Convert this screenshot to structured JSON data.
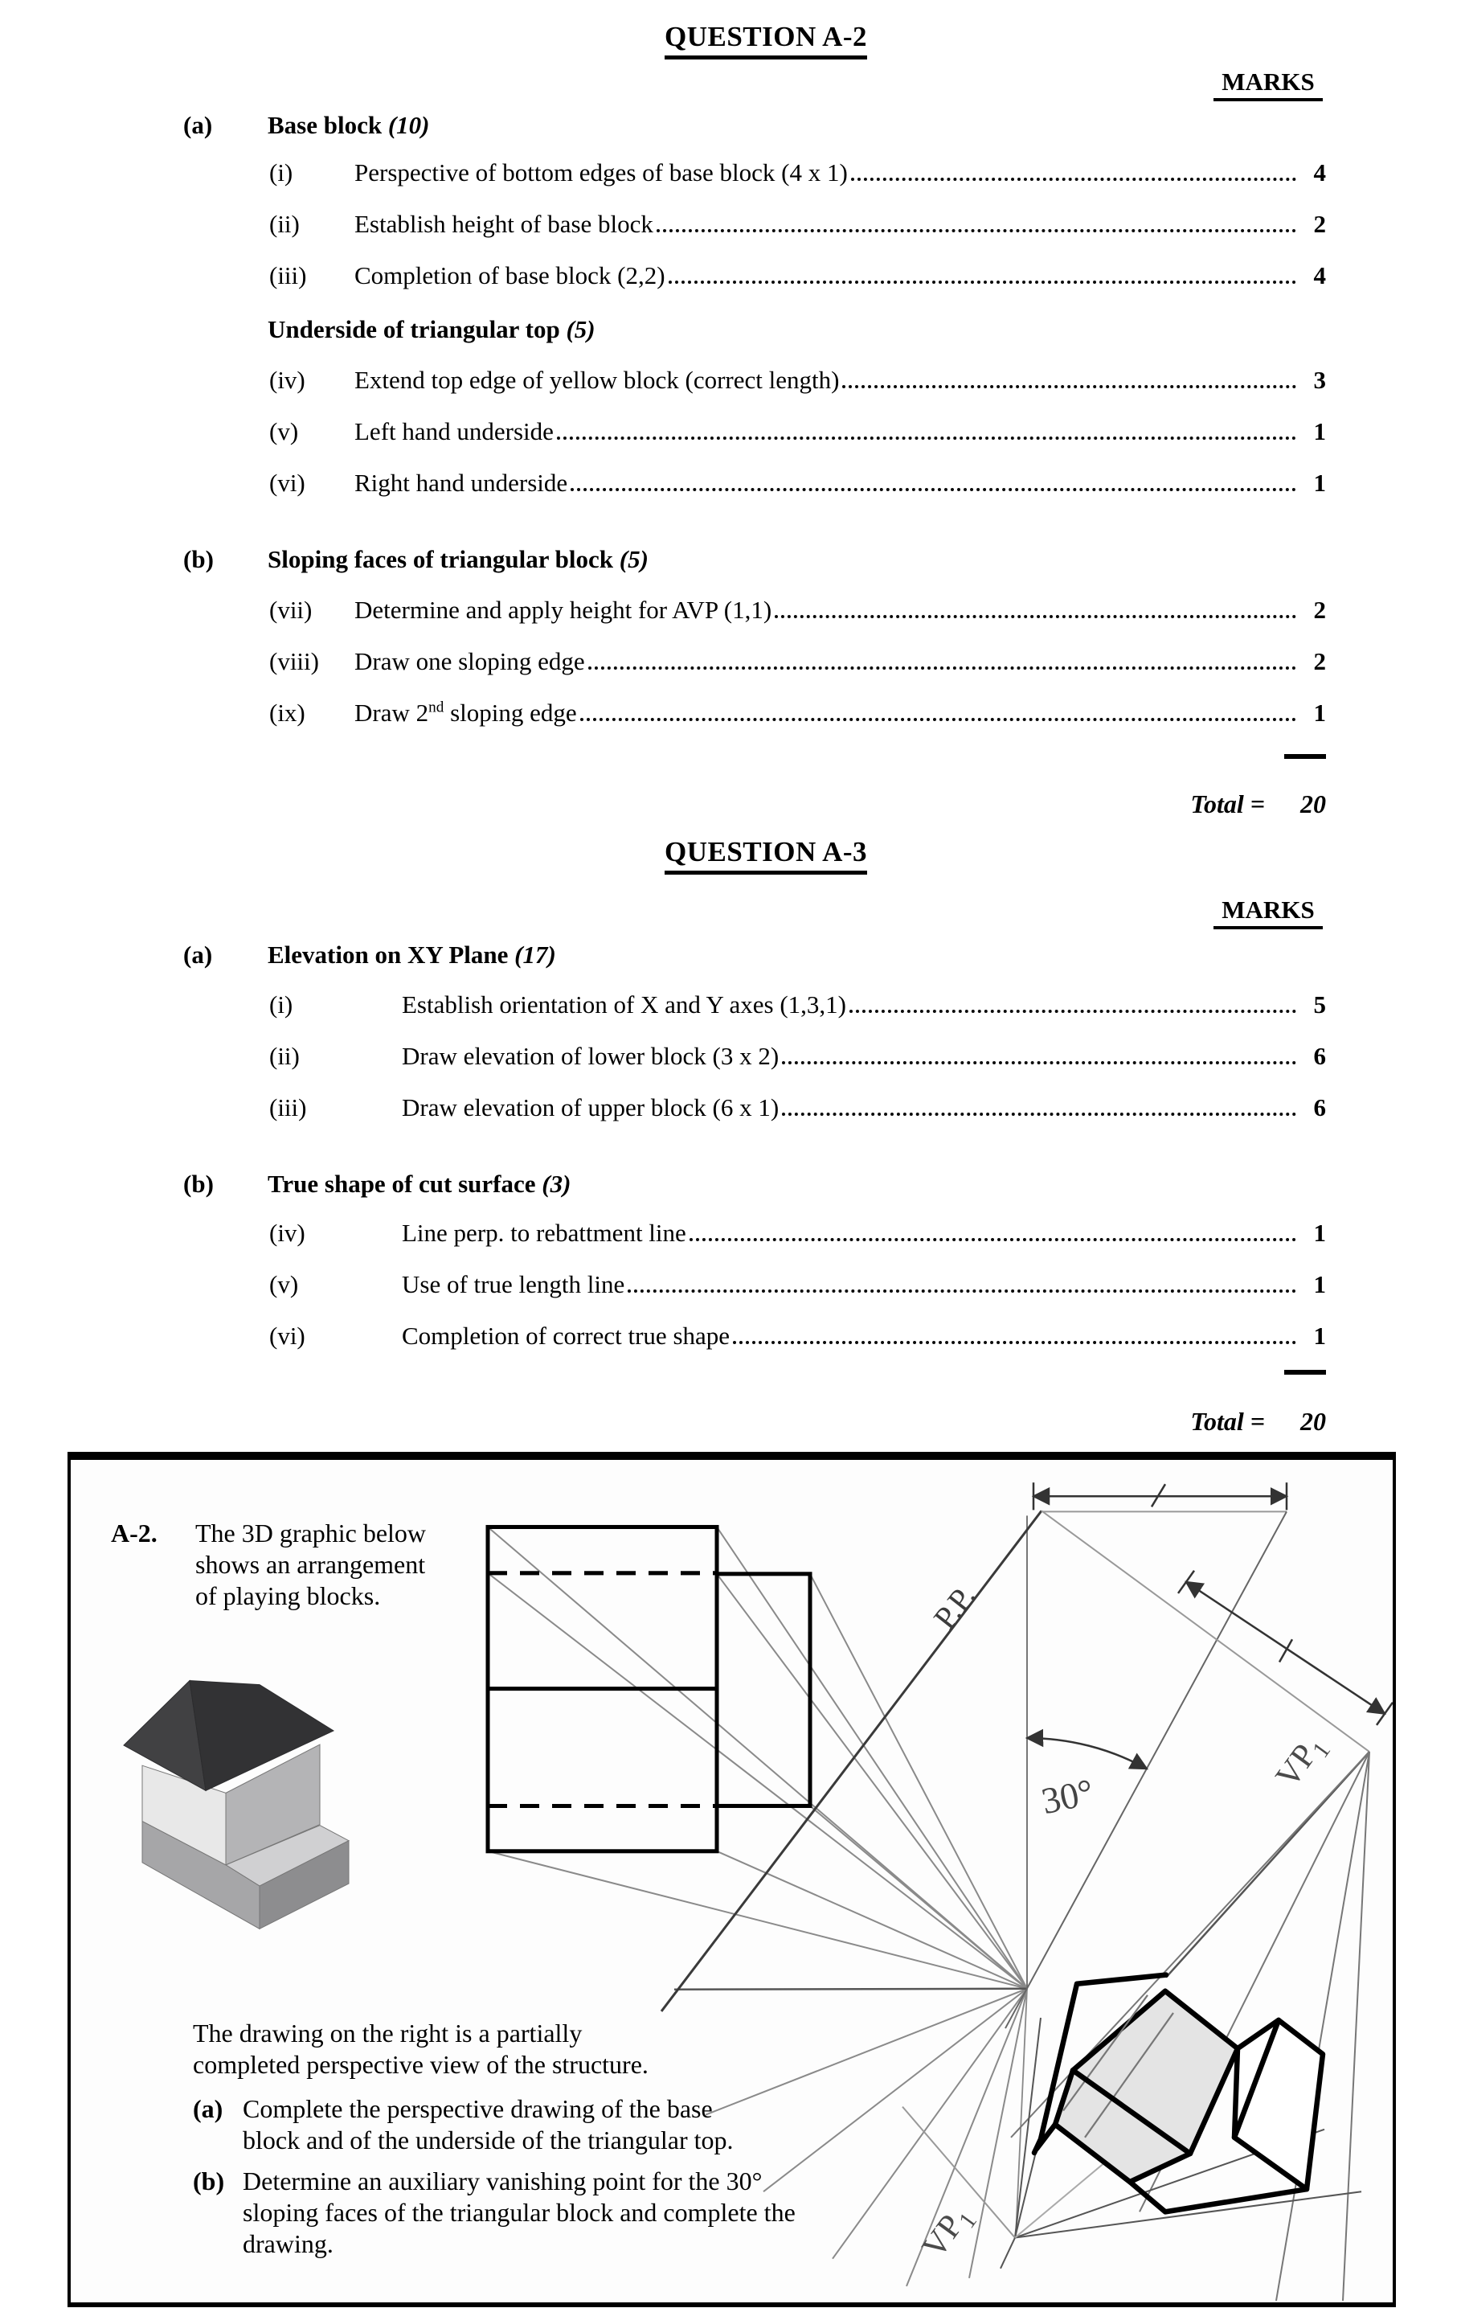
{
  "doc": {
    "q2": {
      "title": "QUESTION A-2",
      "marks_label": "MARKS",
      "sec_a_label": "(a)",
      "sec_a_title": "Base block ",
      "sec_a_count": "(10)",
      "items_a": [
        {
          "num": "(i)",
          "text": "Perspective of bottom edges of base block (4 x 1) ",
          "mark": "4"
        },
        {
          "num": "(ii)",
          "text": "Establish height of base block",
          "mark": "2"
        },
        {
          "num": "(iii)",
          "text": "Completion of base block (2,2)",
          "mark": "4"
        }
      ],
      "sub_title": "Underside of triangular top ",
      "sub_count": "(5)",
      "items_sub": [
        {
          "num": "(iv)",
          "text": "Extend top edge of yellow block (correct length)",
          "mark": "3"
        },
        {
          "num": "(v)",
          "text": "Left hand underside ",
          "mark": "1"
        },
        {
          "num": "(vi)",
          "text": "Right hand underside ",
          "mark": "1"
        }
      ],
      "sec_b_label": "(b)",
      "sec_b_title": "Sloping faces of triangular block ",
      "sec_b_count": "(5)",
      "items_b": [
        {
          "num": "(vii)",
          "text": "Determine and apply height for AVP (1,1) ",
          "mark": "2"
        },
        {
          "num": "(viii)",
          "text": "Draw one sloping edge ",
          "mark": "2"
        }
      ],
      "ix_num": "(ix)",
      "ix_pre": "Draw 2",
      "ix_sup": "nd",
      "ix_post": " sloping edge ",
      "ix_mark": "1",
      "total_label": "Total =",
      "total_value": "20"
    },
    "q3": {
      "title": "QUESTION A-3",
      "marks_label": "MARKS",
      "sec_a_label": "(a)",
      "sec_a_title": "Elevation on XY Plane ",
      "sec_a_count": "(17)",
      "items_a": [
        {
          "num": "(i)",
          "text": "Establish orientation of X and Y axes (1,3,1) ",
          "mark": "5"
        },
        {
          "num": "(ii)",
          "text": "Draw elevation of lower block (3 x 2)",
          "mark": "6"
        },
        {
          "num": "(iii)",
          "text": "Draw elevation of upper block (6 x 1)",
          "mark": "6"
        }
      ],
      "sec_b_label": "(b)",
      "sec_b_title": "True shape of cut surface ",
      "sec_b_count": "(3)",
      "items_b": [
        {
          "num": "(iv)",
          "text": "Line perp. to rebattment line",
          "mark": "1"
        },
        {
          "num": "(v)",
          "text": "Use of true length line ",
          "mark": "1"
        },
        {
          "num": "(vi)",
          "text": "Completion of correct true shape",
          "mark": "1"
        }
      ],
      "total_label": "Total =",
      "total_value": "20"
    }
  },
  "figure": {
    "label": "A-2.",
    "intro_lines": [
      "The 3D graphic below",
      "shows an arrangement",
      "of playing blocks."
    ],
    "note_lines": [
      "The drawing on the right is a partially",
      "completed perspective view of the structure."
    ],
    "task_a_label": "(a)",
    "task_a_lines": [
      "Complete the perspective drawing of the base",
      "block and of the underside of the triangular top."
    ],
    "task_b_label": "(b)",
    "task_b_lines": [
      "Determine an auxiliary vanishing point for the 30°",
      "sloping faces of the triangular block and complete the",
      "drawing."
    ],
    "labels": {
      "pp": "P.P.",
      "angle": "30°",
      "vp": "VP",
      "vp_sub": "1"
    }
  }
}
